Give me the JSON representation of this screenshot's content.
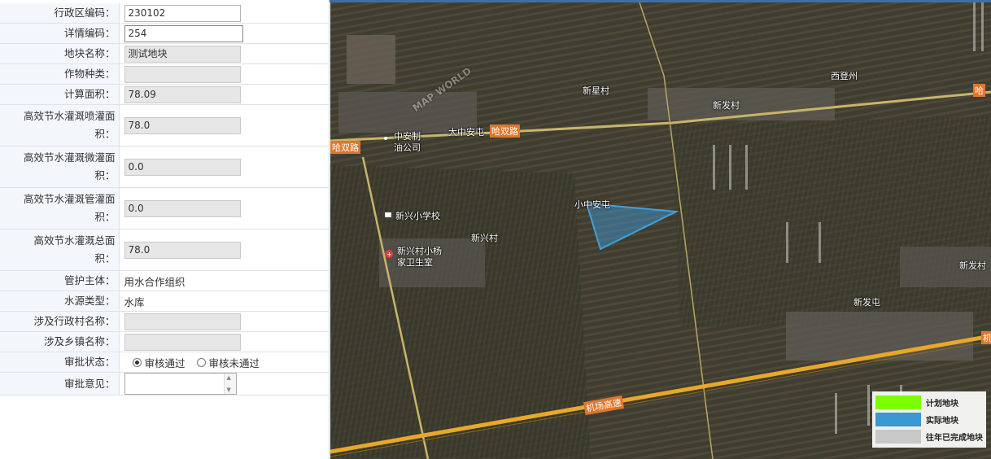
{
  "form": {
    "fields": [
      {
        "label": "行政区编码：",
        "value": "230102",
        "type": "input"
      },
      {
        "label": "详情编码：",
        "value": "254",
        "type": "input-wide"
      },
      {
        "label": "地块名称：",
        "value": "测试地块",
        "type": "readonly"
      },
      {
        "label": "作物种类：",
        "value": "",
        "type": "readonly"
      },
      {
        "label": "计算面积：",
        "value": "78.09",
        "type": "readonly"
      },
      {
        "label1": "高效节水灌溉喷灌面",
        "label2": "积：",
        "value": "78.0",
        "type": "readonly-two"
      },
      {
        "label1": "高效节水灌溉微灌面",
        "label2": "积：",
        "value": "0.0",
        "type": "readonly-two"
      },
      {
        "label1": "高效节水灌溉管灌面",
        "label2": "积：",
        "value": "0.0",
        "type": "readonly-two"
      },
      {
        "label1": "高效节水灌溉总面",
        "label2": "积：",
        "value": "78.0",
        "type": "readonly-two"
      },
      {
        "label": "管护主体：",
        "value": "用水合作组织",
        "type": "text"
      },
      {
        "label": "水源类型：",
        "value": "水库",
        "type": "text"
      },
      {
        "label": "涉及行政村名称：",
        "value": "",
        "type": "readonly"
      },
      {
        "label": "涉及乡镇名称：",
        "value": "",
        "type": "readonly"
      }
    ],
    "approval": {
      "label": "审批状态：",
      "option_pass": "审核通过",
      "option_fail": "审核未通过",
      "selected": "审核通过"
    },
    "comment": {
      "label": "审批意见：",
      "value": ""
    }
  },
  "map": {
    "labels": {
      "xinxingcun_n": "新星村",
      "xifazhou": "西登州",
      "xinfacun": "新发村",
      "hashuang_right": "哈",
      "dazhongan": "大中安屯",
      "hashuanglu": "哈双路",
      "zhonganzhi": "中安制",
      "youghongsi": "油公司",
      "hashuang_left": "哈双路",
      "xiaozhonganzhu": "小中安屯",
      "xinxingxiaoxue": "新兴小学校",
      "xinxingcun": "新兴村",
      "xinxingclinic1": "新兴村小杨",
      "xinxingclinic2": "家卫生室",
      "xinfacun_r": "新发村",
      "xinfatun": "新发屯",
      "airport": "机场高速",
      "ji_right": "机",
      "watermark": "MAP WORLD"
    },
    "legend": [
      {
        "label": "计划地块",
        "color": "#7cfc00"
      },
      {
        "label": "实际地块",
        "color": "#3a98d0"
      },
      {
        "label": "往年已完成地块",
        "color": "#c8c8c8"
      }
    ],
    "polygon_color": "#3fa0e0"
  }
}
